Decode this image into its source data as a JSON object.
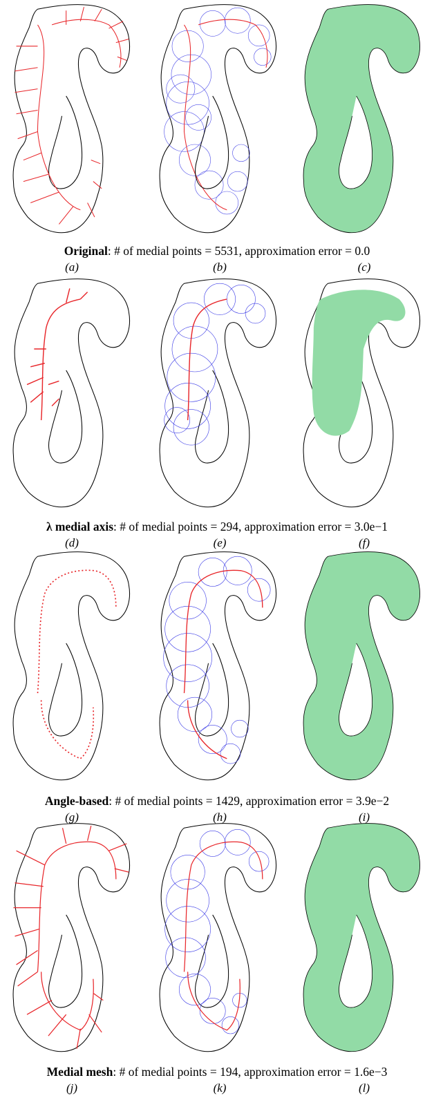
{
  "colors": {
    "outline": "#000000",
    "medial": "#e8262a",
    "disks": "#3b3be6",
    "fill": "#92dba6"
  },
  "rows": [
    {
      "name_label": "Original",
      "caption_text": ": # of medial points = 5531, approximation error = 0.0",
      "labels": [
        "(a)",
        "(b)",
        "(c)"
      ]
    },
    {
      "name_label": "λ medial axis",
      "caption_text": ": # of medial points = 294, approximation error = 3.0e−1",
      "labels": [
        "(d)",
        "(e)",
        "(f)"
      ]
    },
    {
      "name_label": "Angle-based",
      "caption_text": ": # of medial points = 1429, approximation error = 3.9e−2",
      "labels": [
        "(g)",
        "(h)",
        "(i)"
      ]
    },
    {
      "name_label": "Medial mesh",
      "caption_text": ": # of medial points = 194, approximation error = 1.6e−3",
      "labels": [
        "(j)",
        "(k)",
        "(l)"
      ]
    }
  ]
}
